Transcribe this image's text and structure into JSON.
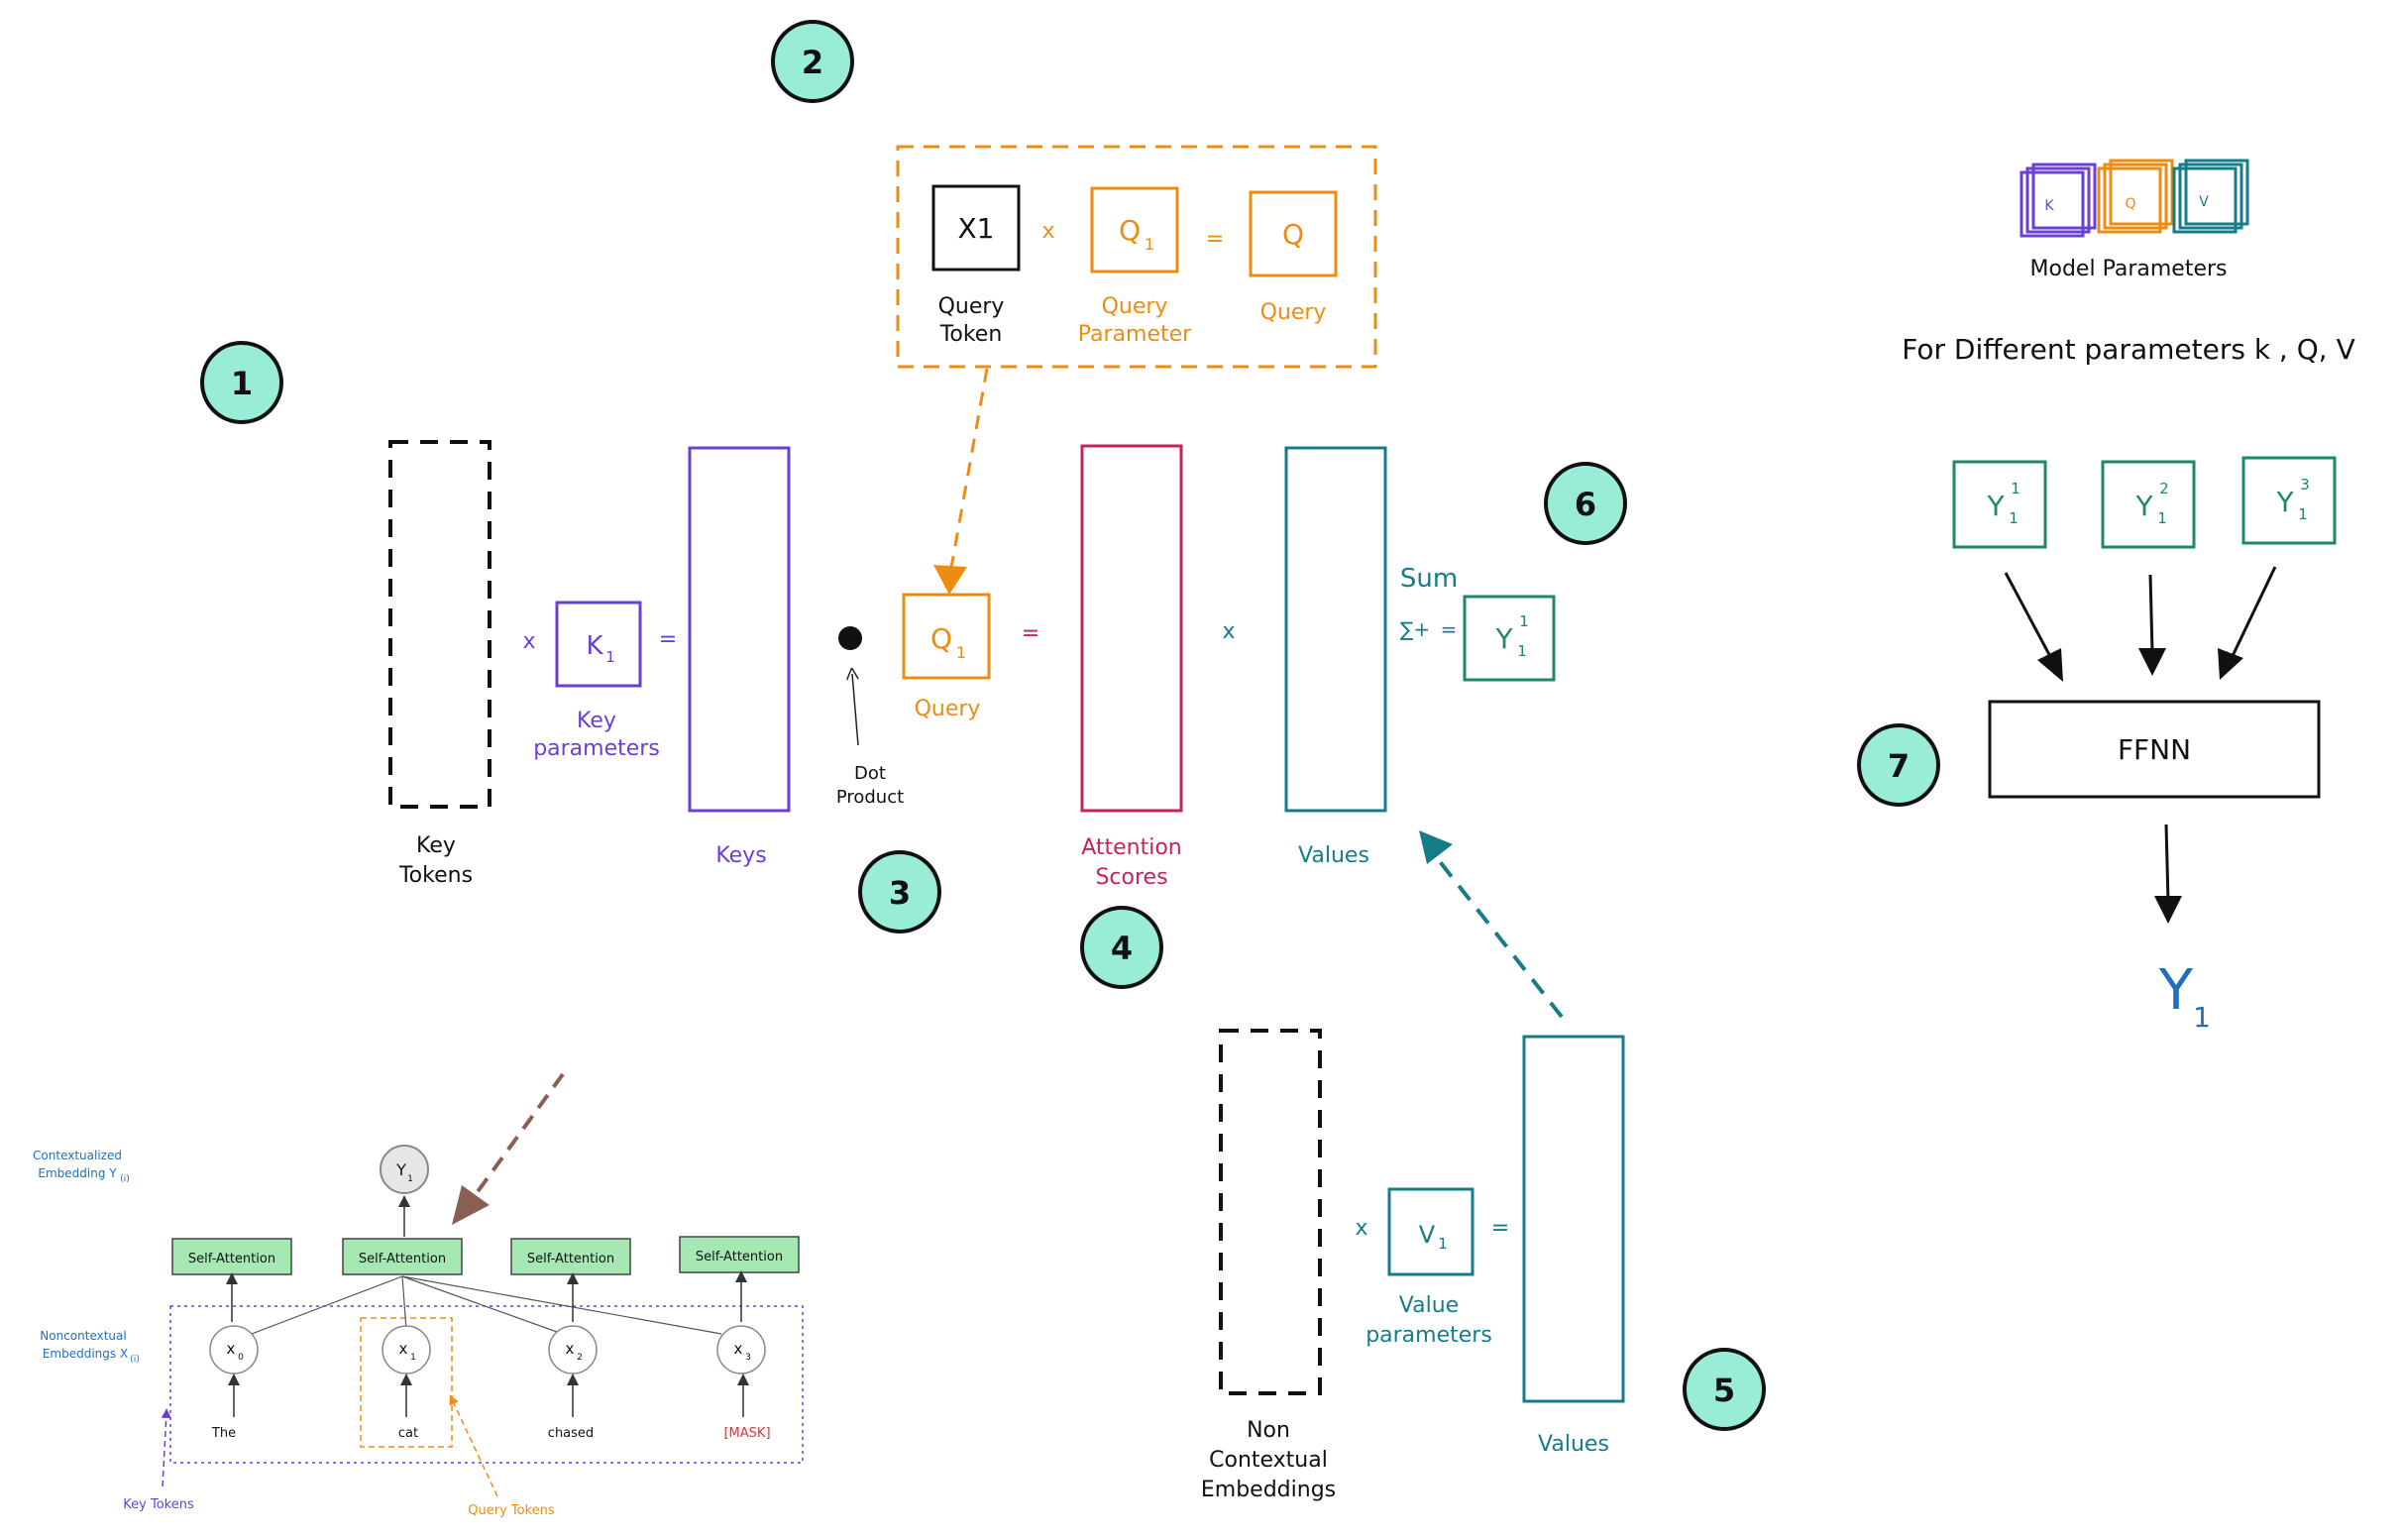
{
  "steps": {
    "s1": "1",
    "s2": "2",
    "s3": "3",
    "s4": "4",
    "s5": "5",
    "s6": "6",
    "s7": "7"
  },
  "query_block": {
    "x1_token": "X1",
    "times": "x",
    "q_param": "Q",
    "q_param_sub": "1",
    "equals": "=",
    "q_result": "Q",
    "query_token_label_1": "Query",
    "query_token_label_2": "Token",
    "query_param_label_1": "Query",
    "query_param_label_2": "Parameter",
    "query_result_label": "Query"
  },
  "key_row": {
    "key_tokens_1": "Key",
    "key_tokens_2": "Tokens",
    "times": "x",
    "k_param": "K",
    "k_param_sub": "1",
    "equals": "=",
    "key_params_1": "Key",
    "key_params_2": "parameters",
    "keys_label": "Keys",
    "dot_product_1": "Dot",
    "dot_product_2": "Product",
    "q_box": "Q",
    "q_box_sub": "1",
    "query_label": "Query",
    "equals2": "=",
    "attention_1": "Attention",
    "attention_2": "Scores",
    "times2": "x",
    "values_label": "Values"
  },
  "sum_block": {
    "sum": "Sum",
    "sum_sym": "∑+",
    "equals": "=",
    "y": "Y",
    "y_sup": "1",
    "y_sub": "1"
  },
  "value_row": {
    "non_1": "Non",
    "non_2": "Contextual",
    "non_3": "Embeddings",
    "times": "x",
    "v_param": "V",
    "v_param_sub": "1",
    "equals": "=",
    "value_params_1": "Value",
    "value_params_2": "parameters",
    "values_label": "Values"
  },
  "model_params": {
    "k": "K",
    "q": "Q",
    "v": "V",
    "label": "Model Parameters",
    "different": "For Different parameters k , Q, V"
  },
  "ffnn": {
    "y_inputs": [
      {
        "base": "Y",
        "sup": "1",
        "sub": "1"
      },
      {
        "base": "Y",
        "sup": "2",
        "sub": "1"
      },
      {
        "base": "Y",
        "sup": "3",
        "sub": "1"
      }
    ],
    "label": "FFNN",
    "output": "Y",
    "output_sub": "1"
  },
  "mini": {
    "contextualized_1": "Contextualized",
    "contextualized_2": "Embedding Y",
    "contextualized_sub": "(i)",
    "noncontextual_1": "Noncontextual",
    "noncontextual_2": "Embeddings X",
    "noncontextual_sub": "(i)",
    "y_node": "Y",
    "y_node_sub": "1",
    "self_attention": [
      "Self-Attention",
      "Self-Attention",
      "Self-Attention",
      "Self-Attention"
    ],
    "x_nodes": [
      {
        "base": "x",
        "sub": "0"
      },
      {
        "base": "x",
        "sub": "1"
      },
      {
        "base": "x",
        "sub": "2"
      },
      {
        "base": "x",
        "sub": "3"
      }
    ],
    "words": [
      "The",
      "cat",
      "chased",
      "[MASK]"
    ],
    "key_tokens": "Key Tokens",
    "query_tokens": "Query Tokens"
  },
  "colors": {
    "teal_circle": "#99ecd6",
    "purple": "#6a3fd6",
    "orange": "#ee8c12",
    "crimson": "#c4245a",
    "teal": "#157c8a",
    "green": "#1e8a5f",
    "blue": "#1f6fc0",
    "brown": "#8b5e52",
    "red": "#e03030"
  }
}
